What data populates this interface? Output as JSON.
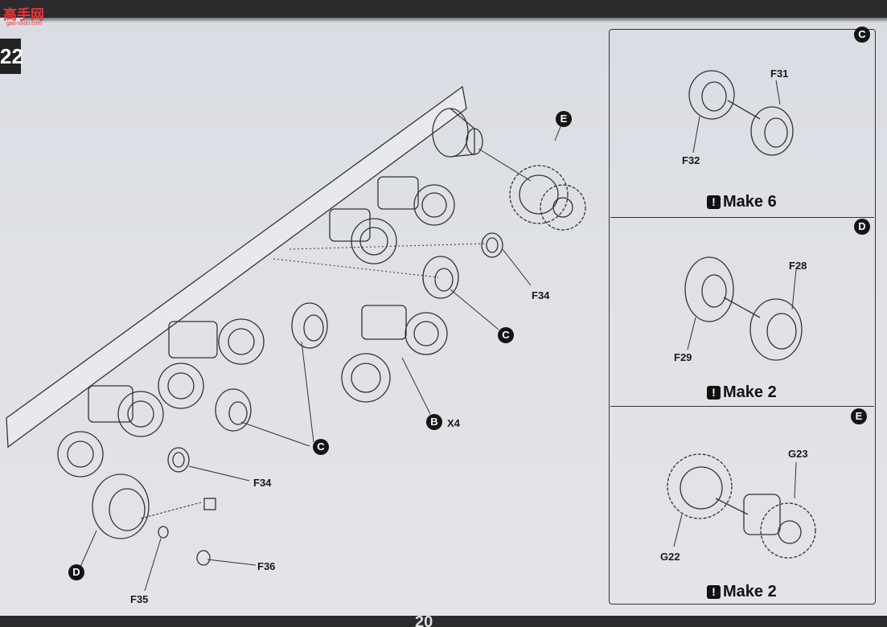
{
  "watermark": {
    "logo": "高手网",
    "url": "gao-shou.com"
  },
  "step_number": "22",
  "page_number": "20",
  "main_labels": {
    "f34_top": "F34",
    "f34_bottom": "F34",
    "f35": "F35",
    "f36": "F36",
    "b_count": "X4"
  },
  "callouts": {
    "c": "C",
    "b": "B",
    "d": "D",
    "e": "E"
  },
  "sub_c": {
    "badge": "C",
    "parts": [
      "F31",
      "F32"
    ],
    "make": "Make 6"
  },
  "sub_d": {
    "badge": "D",
    "parts": [
      "F28",
      "F29"
    ],
    "make": "Make 2"
  },
  "sub_e": {
    "badge": "E",
    "parts": [
      "G23",
      "G22"
    ],
    "make": "Make 2"
  },
  "make_icon": "!"
}
